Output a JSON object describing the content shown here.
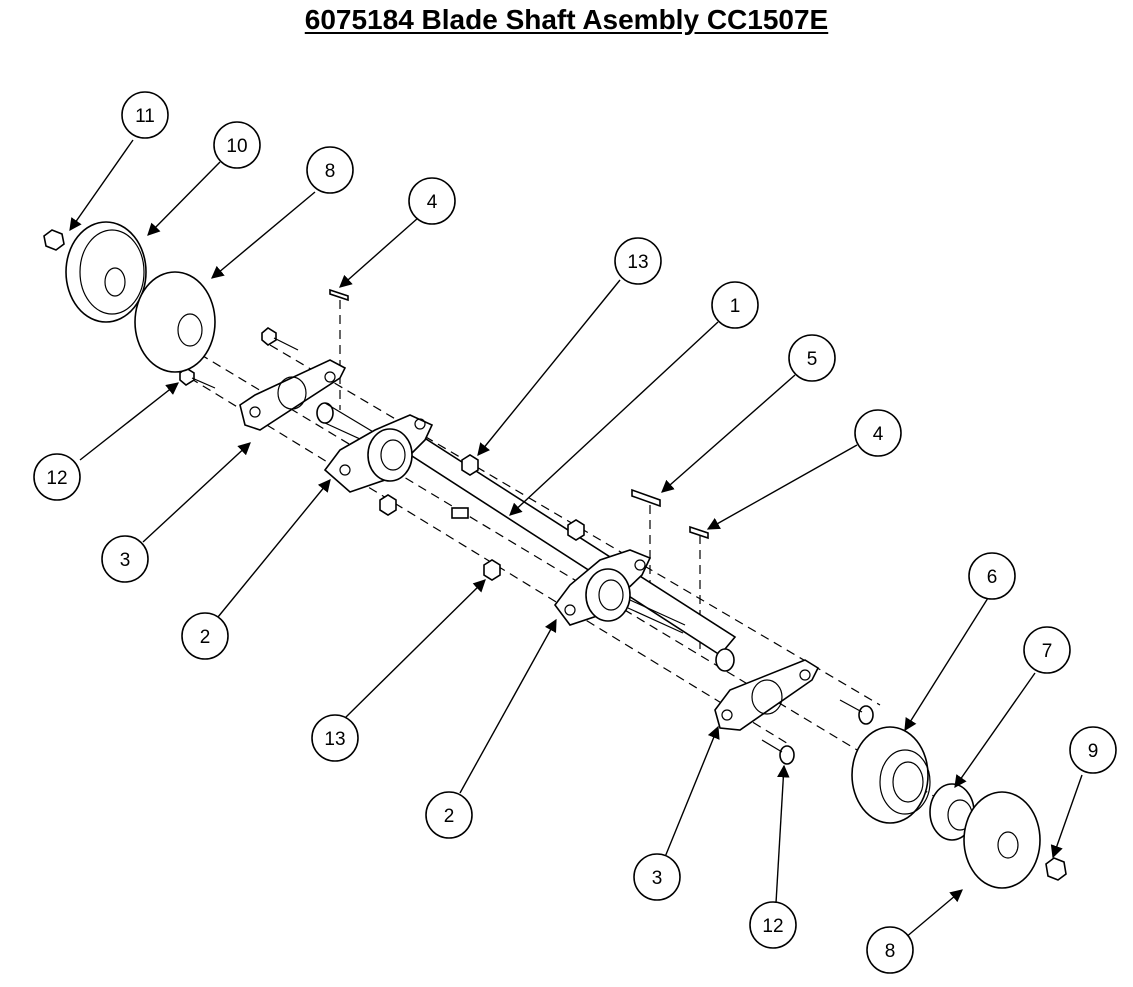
{
  "title": "6075184 Blade Shaft Asembly CC1507E",
  "callouts": [
    "11",
    "10",
    "8",
    "4",
    "13",
    "1",
    "5",
    "4",
    "12",
    "3",
    "2",
    "6",
    "7",
    "9",
    "13",
    "2",
    "3",
    "12",
    "8"
  ]
}
